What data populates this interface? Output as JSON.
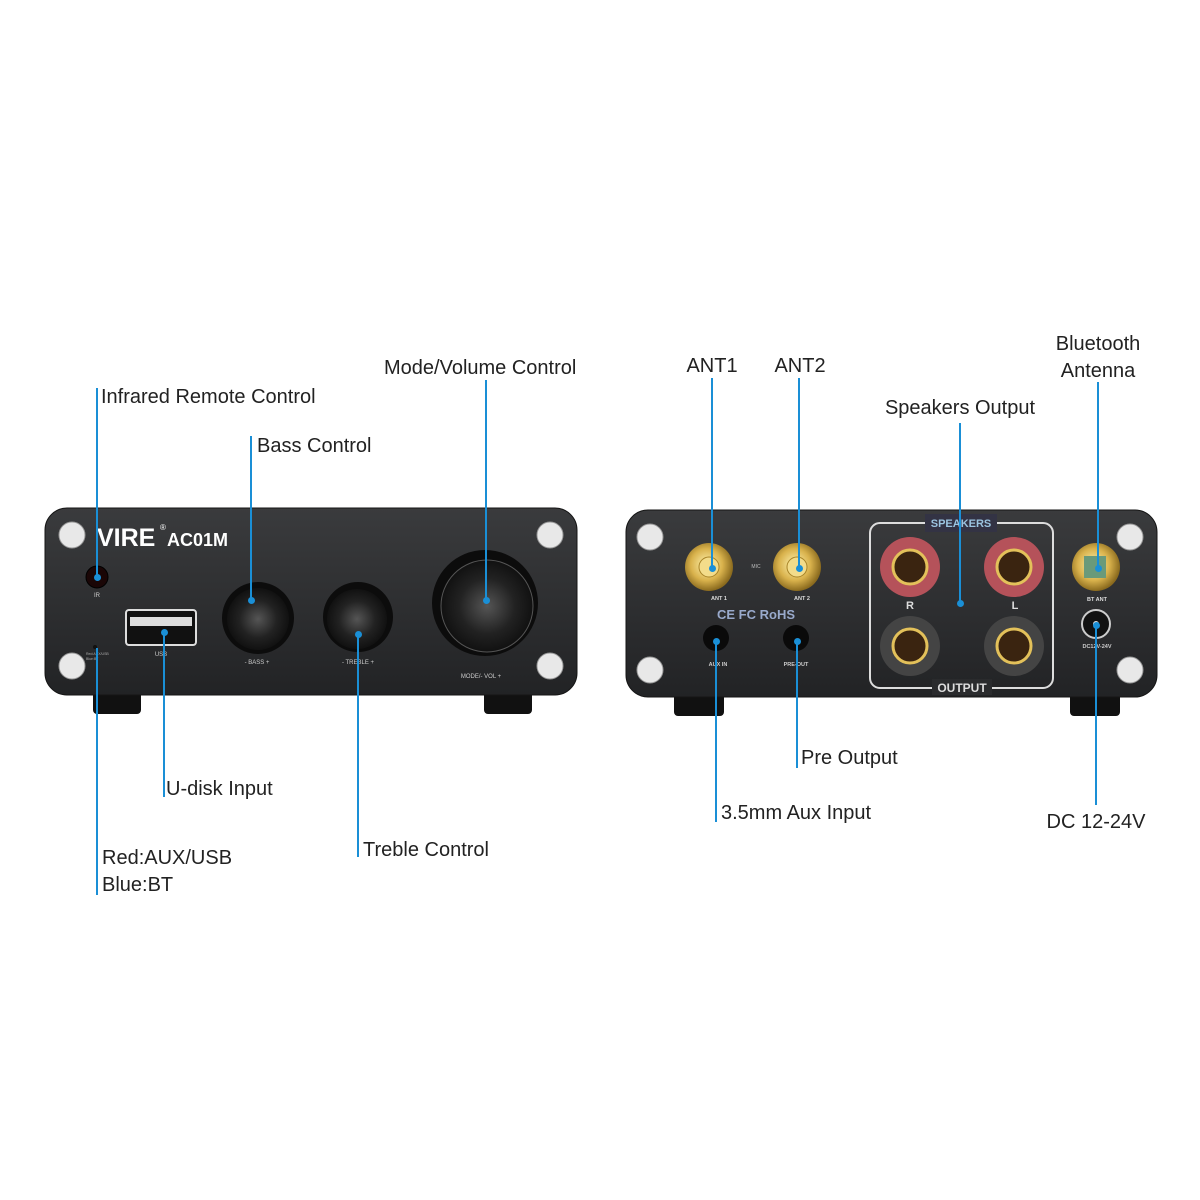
{
  "front": {
    "brand": "VIRE",
    "registered": "®",
    "model": "AC01M",
    "ir_label": "IR",
    "usb_label": "USB",
    "led_label_1": "Red:AUX/USB",
    "led_label_2": "Blue:BT",
    "bass_label": "- BASS +",
    "treble_label": "- TREBLE +",
    "vol_label": "MODE/- VOL +"
  },
  "rear": {
    "ant1": "ANT 1",
    "ant2": "ANT 2",
    "mic": "MIC",
    "certs": "CE FC RoHS",
    "aux_in": "AUX IN",
    "pre_out": "PRE-OUT",
    "speakers": "SPEAKERS",
    "output": "OUTPUT",
    "r": "R",
    "l": "L",
    "bt_ant": "BT ANT",
    "dc": "DC12V-24V"
  },
  "callouts": {
    "infrared": "Infrared Remote Control",
    "bass": "Bass Control",
    "mode_volume": "Mode/Volume Control",
    "udisk": "U-disk Input",
    "treble": "Treble Control",
    "led_red": "Red:AUX/USB",
    "led_blue": "Blue:BT",
    "ant1": "ANT1",
    "ant2": "ANT2",
    "speakers_output": "Speakers Output",
    "bluetooth_1": "Bluetooth",
    "bluetooth_2": "Antenna",
    "pre_output": "Pre Output",
    "aux_input": "3.5mm Aux Input",
    "dc": "DC 12-24V"
  },
  "colors": {
    "callout_line": "#1a8fd6",
    "panel": "#2b2c2e"
  }
}
